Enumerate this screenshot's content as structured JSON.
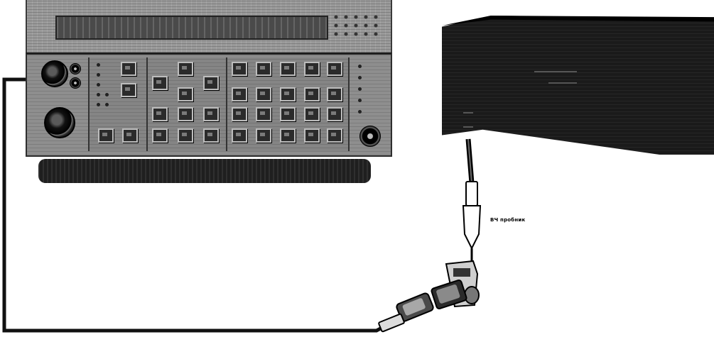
{
  "labels": {
    "probe": "ВЧ пробник"
  },
  "colors": {
    "background": "#ffffff",
    "cable": "#111111",
    "instrument_body": "#1a1a1a",
    "calibrator_panel": "#8e8e8e"
  },
  "icons": [
    "calibrator-front-panel",
    "box-instrument",
    "rf-probe-icon",
    "coax-adapter-icon",
    "bnc-connector-icon",
    "cable-line"
  ]
}
